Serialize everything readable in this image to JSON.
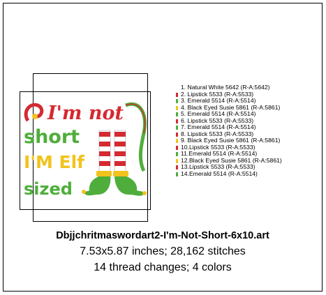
{
  "design": {
    "text_lines": [
      "I'm not",
      "short",
      "I'M Elf",
      "sized"
    ],
    "colors": {
      "red": "#d42a31",
      "green": "#4fae3b",
      "yellow": "#f2c31d",
      "white": "#ffffff"
    }
  },
  "threads": [
    {
      "label": "1.  Natural White 5642 (R-A:5642)",
      "color": "#ffffff"
    },
    {
      "label": "2.  Lipstick 5533 (R-A:5533)",
      "color": "#d42a31"
    },
    {
      "label": "3.  Emerald 5514 (R-A:5514)",
      "color": "#4fae3b"
    },
    {
      "label": "4.  Black Eyed Susie 5861 (R-A:5861)",
      "color": "#f2c31d"
    },
    {
      "label": "5.  Emerald 5514 (R-A:5514)",
      "color": "#4fae3b"
    },
    {
      "label": "6.  Lipstick 5533 (R-A:5533)",
      "color": "#d42a31"
    },
    {
      "label": "7.  Emerald 5514 (R-A:5514)",
      "color": "#4fae3b"
    },
    {
      "label": "8.  Lipstick 5533 (R-A:5533)",
      "color": "#d42a31"
    },
    {
      "label": "9.  Black Eyed Susie 5861 (R-A:5861)",
      "color": "#f2c31d"
    },
    {
      "label": "10.Lipstick 5533 (R-A:5533)",
      "color": "#d42a31"
    },
    {
      "label": "11.Emerald 5514 (R-A:5514)",
      "color": "#4fae3b"
    },
    {
      "label": "12.Black Eyed Susie 5861 (R-A:5861)",
      "color": "#f2c31d"
    },
    {
      "label": "13.Lipstick 5533 (R-A:5533)",
      "color": "#d42a31"
    },
    {
      "label": "14.Emerald 5514 (R-A:5514)",
      "color": "#4fae3b"
    }
  ],
  "caption": {
    "file_name": "Dbjjchritmaswordart2-I'm-Not-Short-6x10.art",
    "dimensions": "7.53x5.87 inches; 28,162 stitches",
    "changes": "14 thread changes; 4 colors"
  }
}
